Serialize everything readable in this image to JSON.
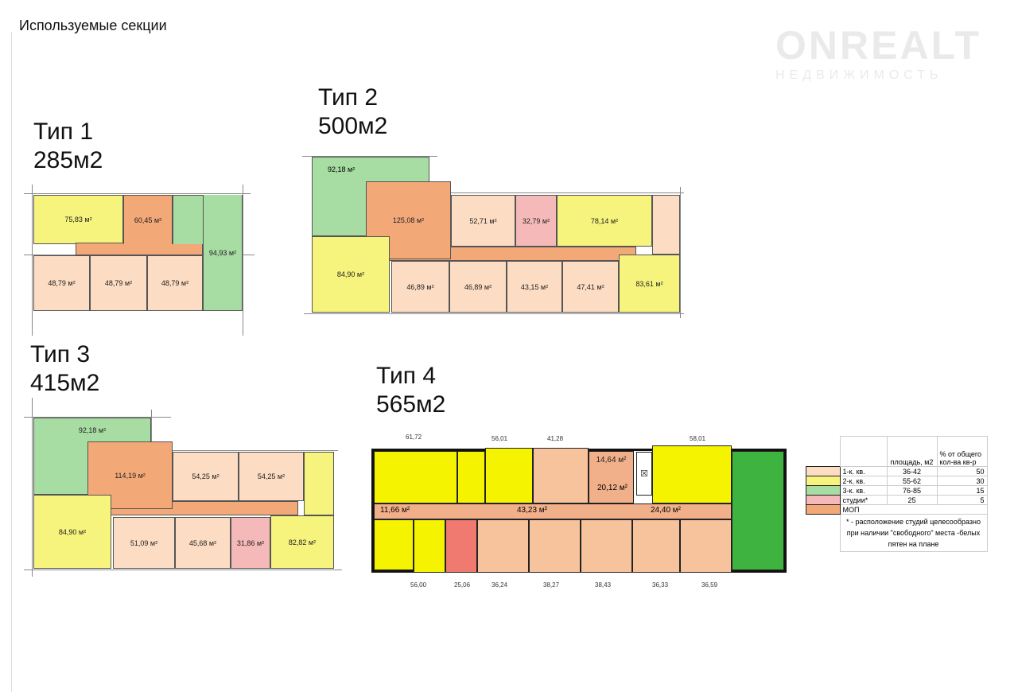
{
  "title": "Используемые секции",
  "watermark": {
    "brand": "ONREALT",
    "sub": "НЕДВИЖИМОСТЬ"
  },
  "types": [
    {
      "name": "Тип 1",
      "area": "285м2",
      "rooms": [
        "75,83 м²",
        "60,45 м²",
        "94,93 м²",
        "48,79 м²",
        "48,79 м²",
        "48,79 м²"
      ]
    },
    {
      "name": "Тип 2",
      "area": "500м2",
      "rooms": [
        "92,18 м²",
        "125,08 м²",
        "52,71 м²",
        "32,79 м²",
        "78,14 м²",
        "84,90 м²",
        "46,89 м²",
        "46,89 м²",
        "43,15 м²",
        "47,41 м²",
        "83,61 м²"
      ]
    },
    {
      "name": "Тип 3",
      "area": "415м2",
      "rooms": [
        "92,18 м²",
        "114,19 м²",
        "54,25 м²",
        "54,25 м²",
        "84,90 м²",
        "51,09 м²",
        "45,68 м²",
        "31,86 м²",
        "82,82 м²"
      ]
    },
    {
      "name": "Тип 4",
      "area": "565м2",
      "top_labels": [
        "61,72",
        "56,01",
        "41,28",
        "58,01"
      ],
      "bottom_labels": [
        "56,00",
        "25,06",
        "36,24",
        "38,27",
        "38,43",
        "36,33",
        "36,59"
      ],
      "inner": [
        "11,66 м²",
        "43,23 м²",
        "24,40 м²",
        "14,64 м²",
        "20,12 м²"
      ]
    }
  ],
  "legend": {
    "headers": [
      "площадь, м2",
      "% от общего кол-ва кв-р"
    ],
    "rows": [
      {
        "label": "1-к. кв.",
        "area": "36-42",
        "pct": "50",
        "color": "#fcdcc2"
      },
      {
        "label": "2-к. кв.",
        "area": "55-62",
        "pct": "30",
        "color": "#f6f47c"
      },
      {
        "label": "3-к. кв.",
        "area": "76-85",
        "pct": "15",
        "color": "#a7dca2"
      },
      {
        "label": "студии*",
        "area": "25",
        "pct": "5",
        "color": "#f4b9b8"
      },
      {
        "label": "МОП",
        "area": "",
        "pct": "",
        "color": "#f3a878"
      }
    ],
    "note": "* - расположение студий целесообразно при наличии \"свободного\" места -белых пятен на плане"
  }
}
